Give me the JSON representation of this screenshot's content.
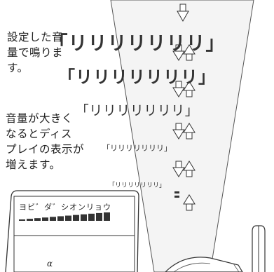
{
  "notes": {
    "volume_set": "設定した音\n量で鳴りま\nす。",
    "volume_display": "音量が大きく\nなるとディス\nプレイの表示が\n増えます。"
  },
  "phrases": [
    "「リリリリリリリ」",
    "「リリリリリリリ」",
    "「リリリリリリリ」",
    "「リリリリリリリ」",
    "「リリリリリリリ」"
  ],
  "display": {
    "text": "ヨビ゛ダ゛シオンリョウ",
    "mode_symbol": "α",
    "volume_bar_segments": 12
  },
  "icons": [
    "down-arrow-icon",
    "up-arrow-icon",
    "base-unit-antenna-icon"
  ]
}
